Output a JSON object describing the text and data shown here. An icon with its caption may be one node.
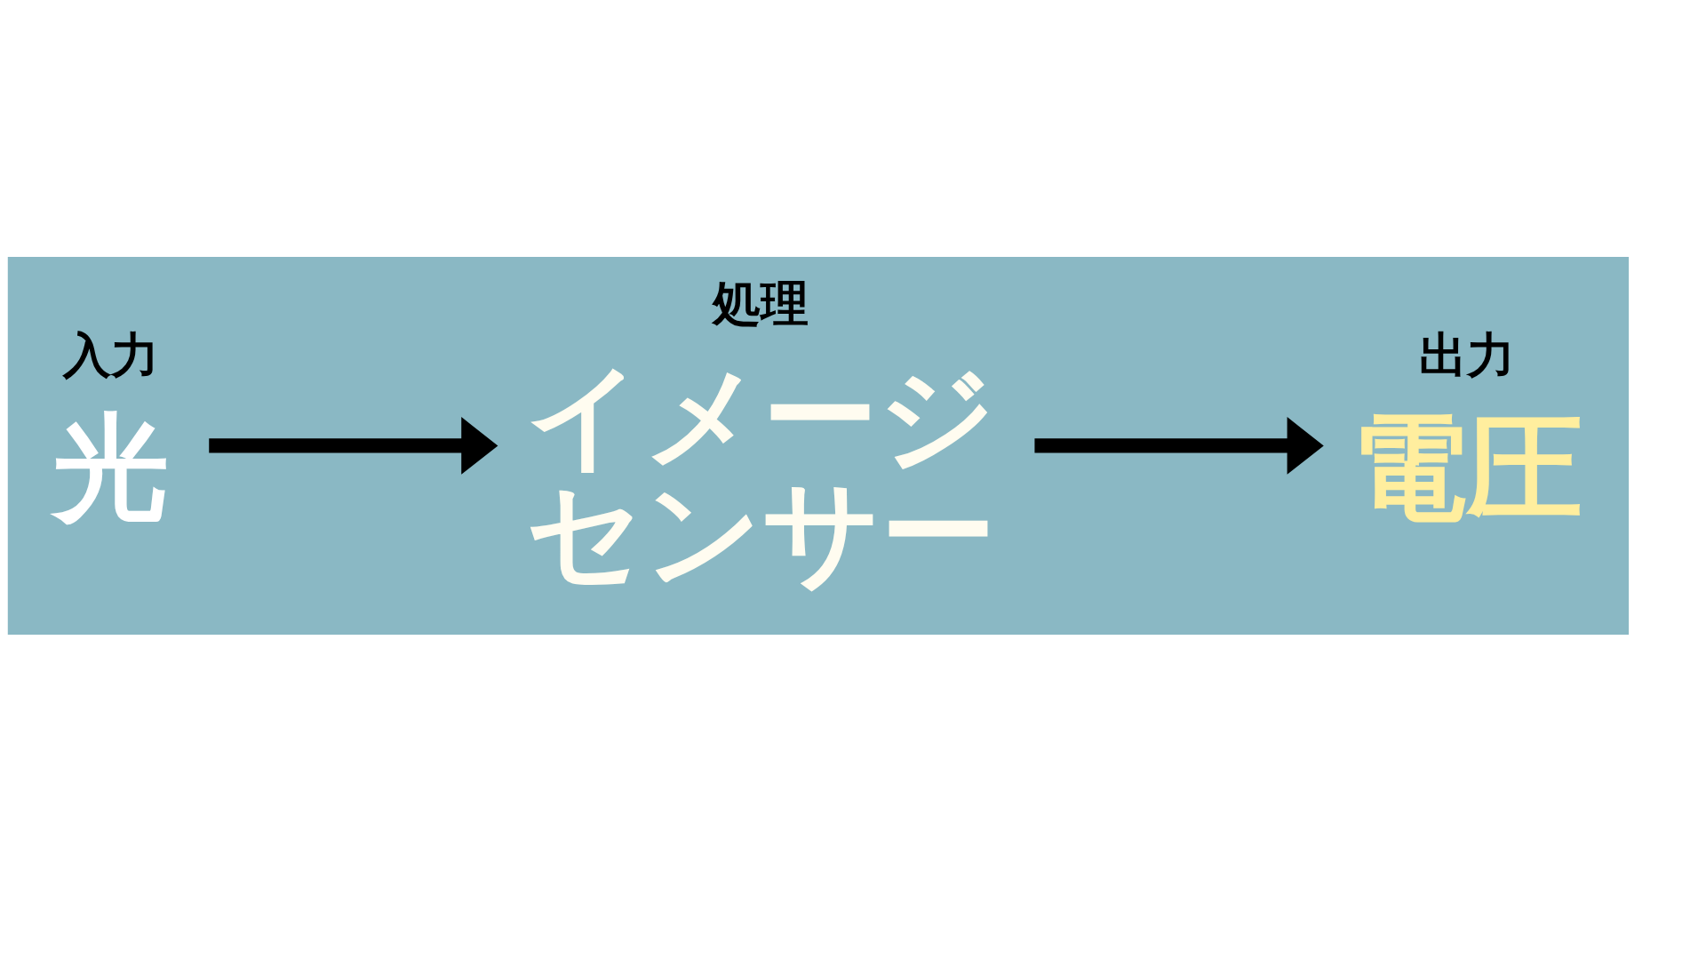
{
  "diagram": {
    "nodes": [
      {
        "text": [
          "入力",
          "光"
        ]
      },
      {
        "text": [
          "処理",
          "イメージセンサー"
        ]
      },
      {
        "text": [
          "出力",
          "電圧"
        ]
      }
    ],
    "edges": [
      {
        "from": 0,
        "to": 1,
        "arrow": "to"
      },
      {
        "from": 1,
        "to": 2,
        "arrow": "to"
      }
    ]
  }
}
